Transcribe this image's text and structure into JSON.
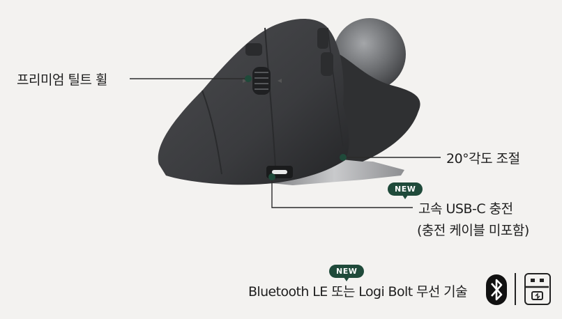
{
  "callouts": {
    "tilt_wheel": "프리미엄 틸트 휠",
    "angle": "20°각도 조절",
    "usb_c": "고속 USB-C 충전",
    "cable": "(충전 케이블 미포함)"
  },
  "badges": {
    "usb_new": "NEW",
    "wireless_new": "NEW"
  },
  "footer": {
    "wireless_text": "Bluetooth LE 또는 Logi Bolt 무선 기술"
  },
  "icons": [
    "bluetooth-icon",
    "logi-bolt-receiver-icon"
  ],
  "colors": {
    "background": "#f3f2f0",
    "mouse": "#3a3b3d",
    "accent_green": "#1f4a3a",
    "leader_line": "#2b2b2b"
  }
}
